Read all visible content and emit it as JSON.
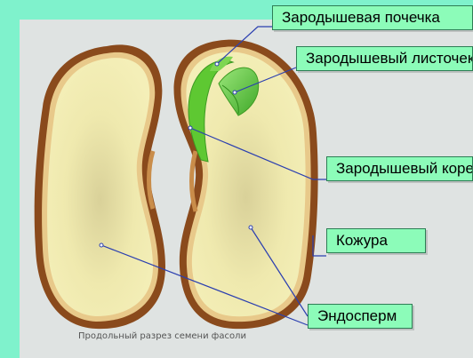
{
  "labels": {
    "bud": "Зародышевая почечка",
    "leaf": "Зародышевый листочек",
    "stalk": "Зародышевый корешок",
    "skin": "Кожура",
    "endosperm": "Эндосперм"
  },
  "caption": "Продольный разрез семени фасоли",
  "colors": {
    "background": "#7ff2cc",
    "panel": "#dfe3e2",
    "seed_coat": "#8a4a1c",
    "seed_fill": "#f2ecaa",
    "embryo": "#5ec832",
    "label_fill": "#8cfcb9",
    "pointer_line": "#2b3fb0"
  }
}
